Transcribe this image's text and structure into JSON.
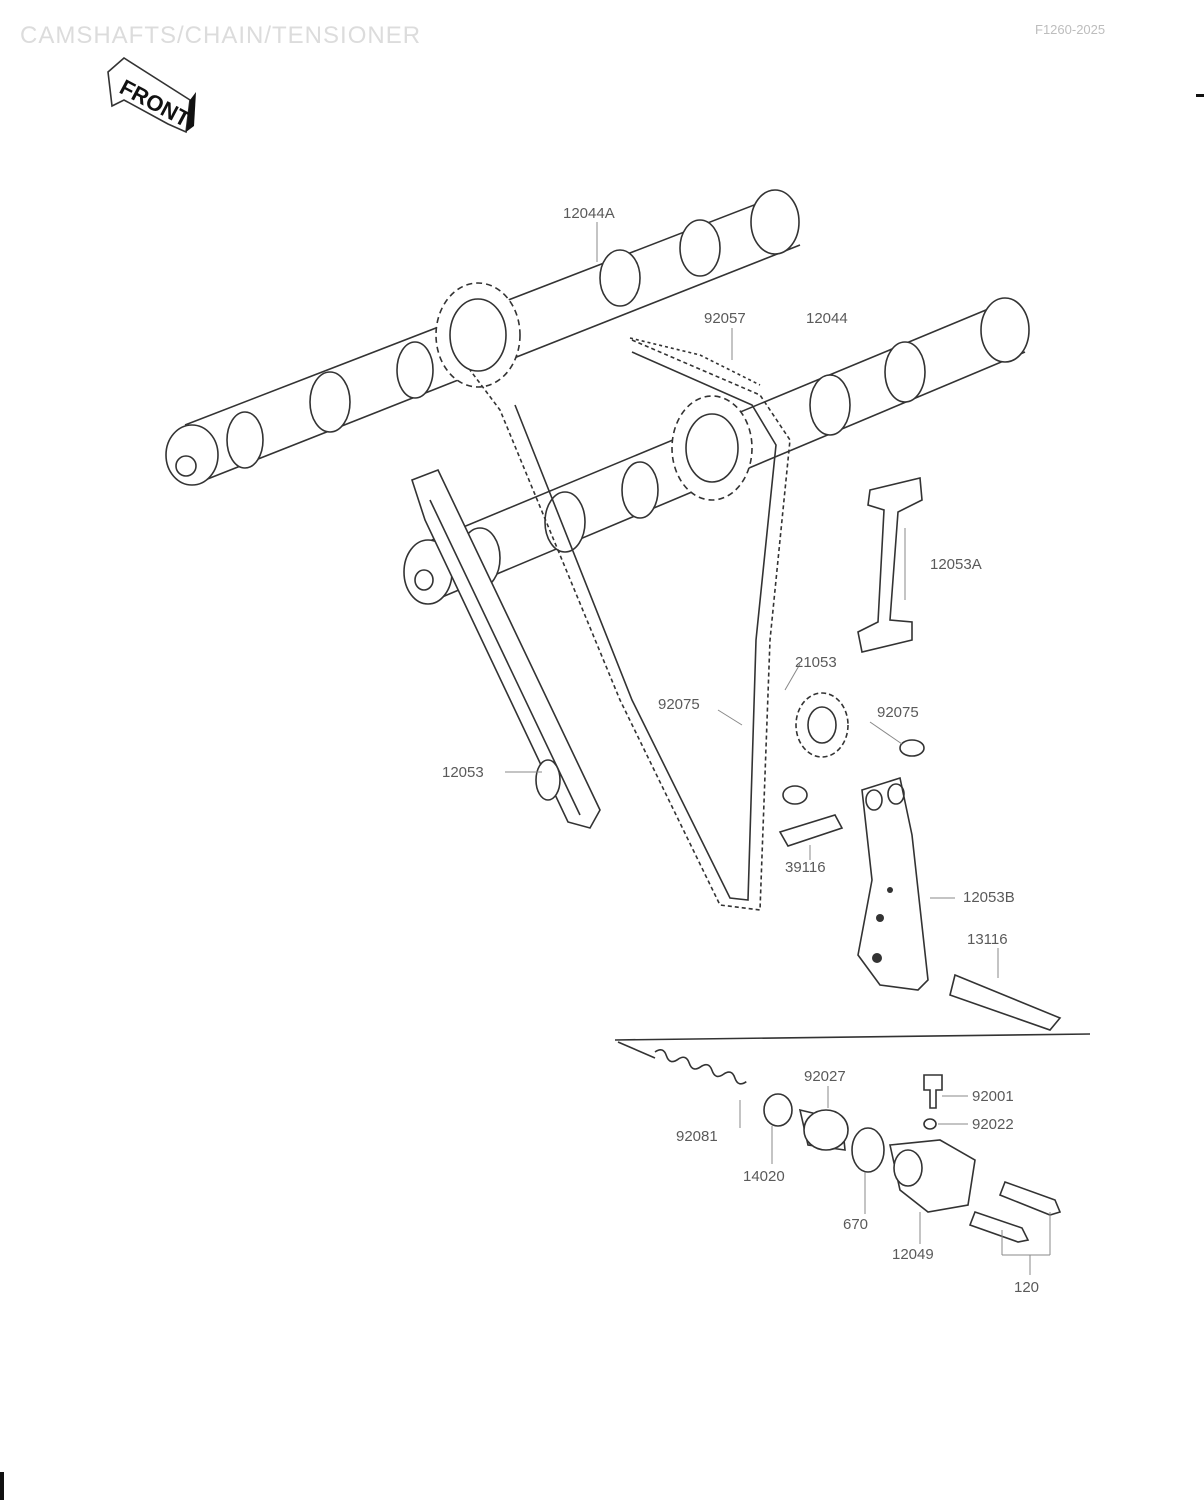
{
  "page": {
    "title": "CAMSHAFTS/CHAIN/TENSIONER",
    "code": "F1260-2025"
  },
  "front_mark": "FRONT",
  "parts": {
    "p12044A": "12044A",
    "p92057": "92057",
    "p12044": "12044",
    "p12053A": "12053A",
    "p21053": "21053",
    "p92075_left": "92075",
    "p92075_right": "92075",
    "p12053": "12053",
    "p39116": "39116",
    "p12053B": "12053B",
    "p13116": "13116",
    "p92027": "92027",
    "p92001": "92001",
    "p92022": "92022",
    "p92081": "92081",
    "p14020": "14020",
    "p670": "670",
    "p12049": "12049",
    "p120": "120"
  }
}
